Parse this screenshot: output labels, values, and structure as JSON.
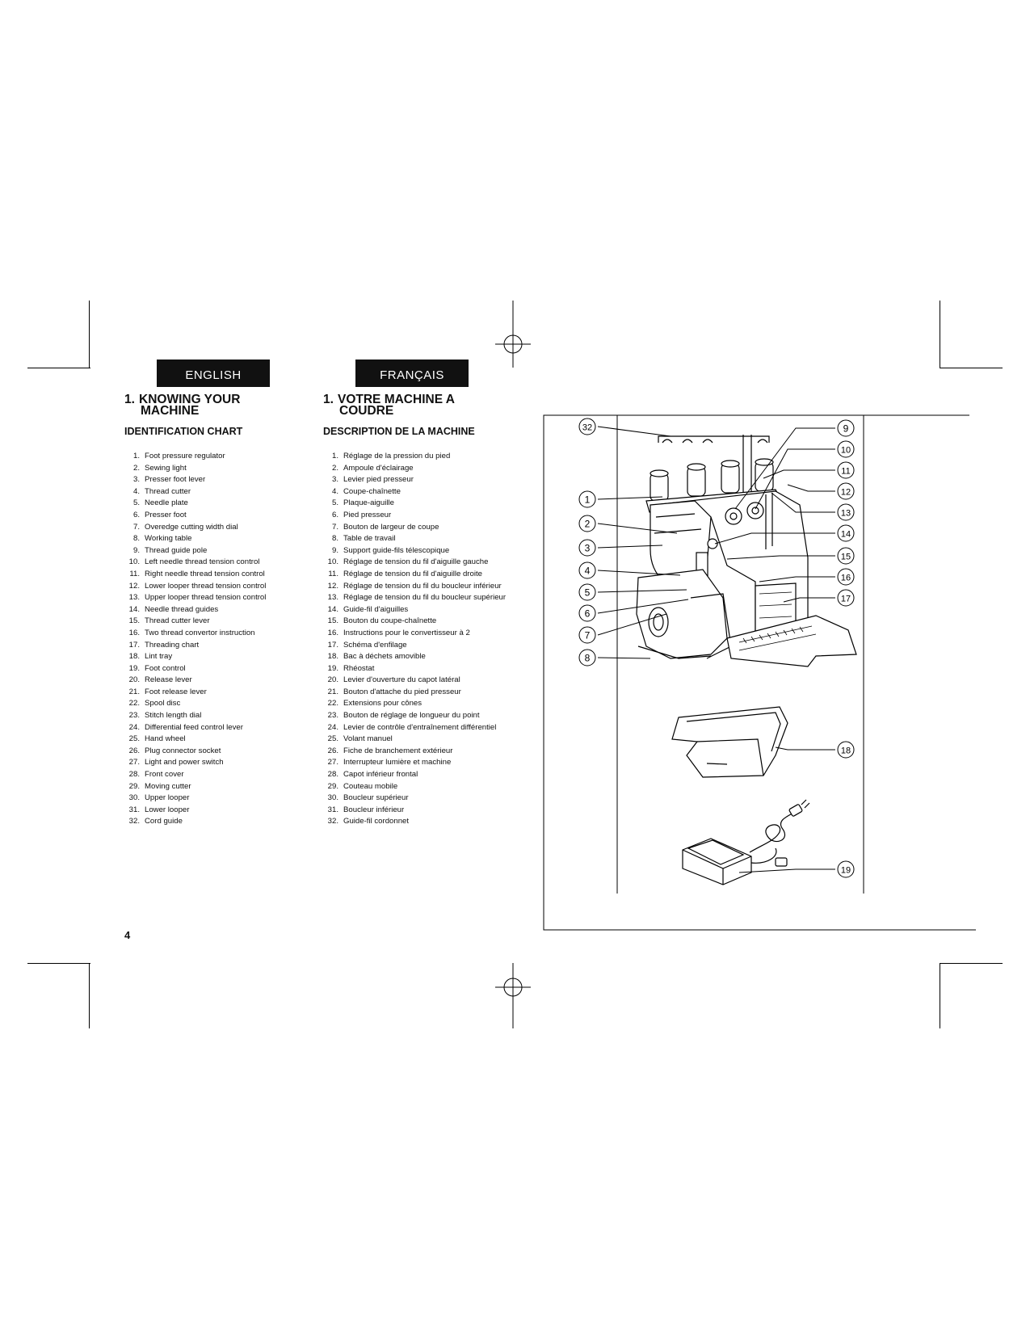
{
  "page_number": "4",
  "english": {
    "tab": "ENGLISH",
    "heading_num": "1.",
    "heading_line1": "KNOWING YOUR",
    "heading_line2": "MACHINE",
    "subheading": "IDENTIFICATION CHART",
    "items": [
      {
        "n": "1.",
        "t": "Foot pressure regulator"
      },
      {
        "n": "2.",
        "t": "Sewing light"
      },
      {
        "n": "3.",
        "t": "Presser foot lever"
      },
      {
        "n": "4.",
        "t": "Thread cutter"
      },
      {
        "n": "5.",
        "t": "Needle plate"
      },
      {
        "n": "6.",
        "t": "Presser foot"
      },
      {
        "n": "7.",
        "t": "Overedge cutting width dial"
      },
      {
        "n": "8.",
        "t": "Working table"
      },
      {
        "n": "9.",
        "t": "Thread guide pole"
      },
      {
        "n": "10.",
        "t": "Left needle thread tension control"
      },
      {
        "n": "11.",
        "t": "Right needle thread tension control"
      },
      {
        "n": "12.",
        "t": "Lower looper thread tension control"
      },
      {
        "n": "13.",
        "t": "Upper looper thread tension control"
      },
      {
        "n": "14.",
        "t": "Needle thread guides"
      },
      {
        "n": "15.",
        "t": "Thread cutter lever"
      },
      {
        "n": "16.",
        "t": "Two thread convertor instruction"
      },
      {
        "n": "17.",
        "t": "Threading chart"
      },
      {
        "n": "18.",
        "t": "Lint tray"
      },
      {
        "n": "19.",
        "t": "Foot control"
      },
      {
        "n": "20.",
        "t": "Release lever"
      },
      {
        "n": "21.",
        "t": "Foot release lever"
      },
      {
        "n": "22.",
        "t": "Spool disc"
      },
      {
        "n": "23.",
        "t": "Stitch length dial"
      },
      {
        "n": "24.",
        "t": "Differential feed control lever"
      },
      {
        "n": "25.",
        "t": "Hand wheel"
      },
      {
        "n": "26.",
        "t": "Plug connector socket"
      },
      {
        "n": "27.",
        "t": "Light and power switch"
      },
      {
        "n": "28.",
        "t": "Front cover"
      },
      {
        "n": "29.",
        "t": "Moving cutter"
      },
      {
        "n": "30.",
        "t": "Upper looper"
      },
      {
        "n": "31.",
        "t": "Lower looper"
      },
      {
        "n": "32.",
        "t": "Cord guide"
      }
    ]
  },
  "french": {
    "tab": "FRANÇAIS",
    "heading_num": "1.",
    "heading_line1": "VOTRE MACHINE A",
    "heading_line2": "COUDRE",
    "subheading": "DESCRIPTION DE LA MACHINE",
    "items": [
      {
        "n": "1.",
        "t": "Réglage de la pression du pied"
      },
      {
        "n": "2.",
        "t": "Ampoule d'éclairage"
      },
      {
        "n": "3.",
        "t": "Levier pied presseur"
      },
      {
        "n": "4.",
        "t": "Coupe-chaînette"
      },
      {
        "n": "5.",
        "t": "Plaque-aiguille"
      },
      {
        "n": "6.",
        "t": "Pied presseur"
      },
      {
        "n": "7.",
        "t": "Bouton de largeur de coupe"
      },
      {
        "n": "8.",
        "t": "Table de travail"
      },
      {
        "n": "9.",
        "t": "Support guide-fils télescopique"
      },
      {
        "n": "10.",
        "t": "Réglage de tension du fil d'aiguille gauche"
      },
      {
        "n": "11.",
        "t": "Réglage de tension du fil d'aiguille droite"
      },
      {
        "n": "12.",
        "t": "Réglage de tension du fil du boucleur inférieur"
      },
      {
        "n": "13.",
        "t": "Réglage de tension du fil du boucleur supérieur"
      },
      {
        "n": "14.",
        "t": "Guide-fil d'aiguilles"
      },
      {
        "n": "15.",
        "t": "Bouton du coupe-chaînette"
      },
      {
        "n": "16.",
        "t": "Instructions pour le convertisseur à 2"
      },
      {
        "n": "17.",
        "t": "Schéma d'enfilage"
      },
      {
        "n": "18.",
        "t": "Bac à déchets amovible"
      },
      {
        "n": "19.",
        "t": "Rhéostat"
      },
      {
        "n": "20.",
        "t": "Levier d'ouverture du capot latéral"
      },
      {
        "n": "21.",
        "t": "Bouton d'attache du pied presseur"
      },
      {
        "n": "22.",
        "t": "Extensions pour cônes"
      },
      {
        "n": "23.",
        "t": "Bouton de réglage de longueur du point"
      },
      {
        "n": "24.",
        "t": "Levier de contrôle d'entraînement différentiel"
      },
      {
        "n": "25.",
        "t": "Volant manuel"
      },
      {
        "n": "26.",
        "t": "Fiche de branchement extérieur"
      },
      {
        "n": "27.",
        "t": "Interrupteur lumière et machine"
      },
      {
        "n": "28.",
        "t": "Capot inférieur frontal"
      },
      {
        "n": "29.",
        "t": "Couteau mobile"
      },
      {
        "n": "30.",
        "t": "Boucleur supérieur"
      },
      {
        "n": "31.",
        "t": "Boucleur inférieur"
      },
      {
        "n": "32.",
        "t": "Guide-fil cordonnet"
      }
    ]
  },
  "diagram": {
    "callouts": [
      "1",
      "2",
      "3",
      "4",
      "5",
      "6",
      "7",
      "8",
      "9",
      "10",
      "11",
      "12",
      "13",
      "14",
      "15",
      "16",
      "17",
      "18",
      "19",
      "32"
    ]
  }
}
